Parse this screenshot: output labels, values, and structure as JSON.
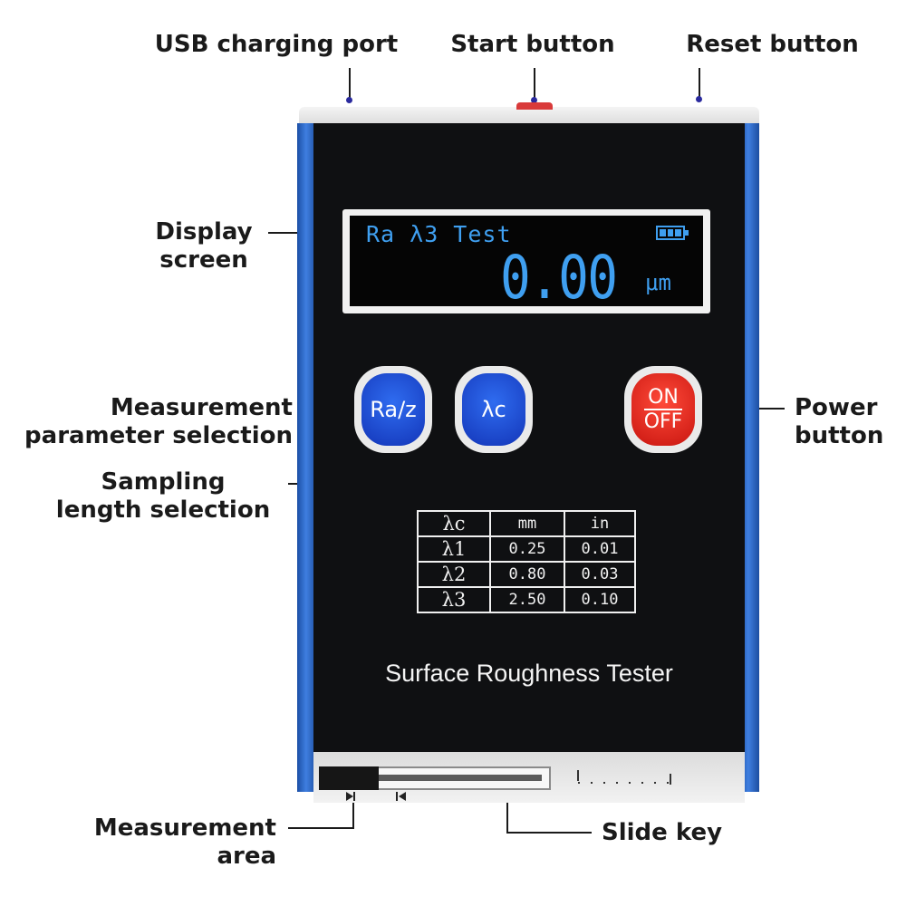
{
  "callouts": {
    "usb_port": "USB charging port",
    "start_button": "Start button",
    "reset_button": "Reset button",
    "display_screen": [
      "Display",
      "screen"
    ],
    "parameter_selection": [
      "Measurement",
      "parameter selection"
    ],
    "power_button": [
      "Power",
      "button"
    ],
    "sampling_length": [
      "Sampling",
      "length selection"
    ],
    "measurement_area": [
      "Measurement",
      "area"
    ],
    "slide_key": "Slide key"
  },
  "display": {
    "mode_text": "Ra λ3 Test",
    "value": "0.00",
    "unit": "μm",
    "battery_icon": "battery-full-icon"
  },
  "buttons": {
    "ra_z": "Ra/z",
    "lambda_c": "λc",
    "power_on": "ON",
    "power_off": "OFF"
  },
  "spec_table": {
    "headers": [
      "λc",
      "mm",
      "in"
    ],
    "rows": [
      [
        "λ1",
        "0.25",
        "0.01"
      ],
      [
        "λ2",
        "0.80",
        "0.03"
      ],
      [
        "λ3",
        "2.50",
        "0.10"
      ]
    ]
  },
  "product_name": "Surface Roughness Tester",
  "colors": {
    "accent_blue": "#1b4fa6",
    "lcd_text": "#3f9ff0",
    "power_red": "#d41e14",
    "button_blue": "#1f4fd8"
  }
}
